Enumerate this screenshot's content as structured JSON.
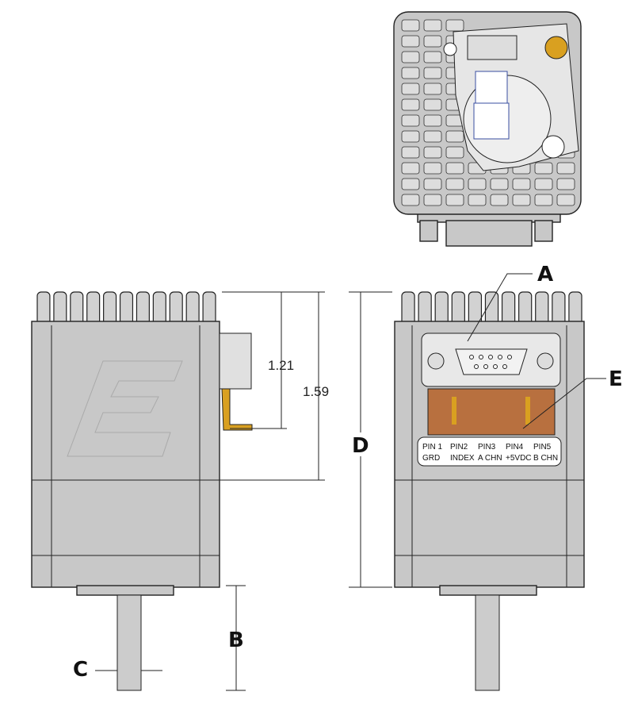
{
  "labels": {
    "a": "A",
    "b": "B",
    "c": "C",
    "d": "D",
    "e": "E"
  },
  "dimensions": {
    "short": "1.21",
    "long": "1.59"
  },
  "pins": [
    {
      "pin": "PIN 1",
      "signal": "GRD"
    },
    {
      "pin": "PIN2",
      "signal": "INDEX"
    },
    {
      "pin": "PIN3",
      "signal": "A CHN"
    },
    {
      "pin": "PIN4",
      "signal": "+5VDC"
    },
    {
      "pin": "PIN5",
      "signal": "B CHN"
    }
  ],
  "colors": {
    "body": "#c8c8c8",
    "board": "#b8703f",
    "hatch": "#3a4fa0"
  }
}
